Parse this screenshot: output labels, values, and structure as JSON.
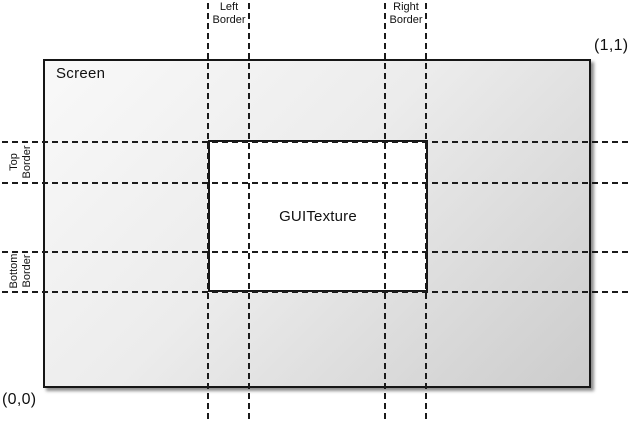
{
  "diagram": {
    "screen_label": "Screen",
    "texture_label": "GUITexture",
    "borders": {
      "left": "Left Border",
      "right": "Right Border",
      "top": "Top Border",
      "bottom": "Bottom Border"
    },
    "coords": {
      "top_right": "(1,1)",
      "bottom_left": "(0,0)"
    }
  },
  "colors": {
    "line": "#1b1b1b",
    "screen_border": "#161616",
    "screen_gradient_start": "#f9f9f9",
    "screen_gradient_end": "#cccccc",
    "texture_fill": "#ffffff",
    "background": "#ffffff"
  }
}
